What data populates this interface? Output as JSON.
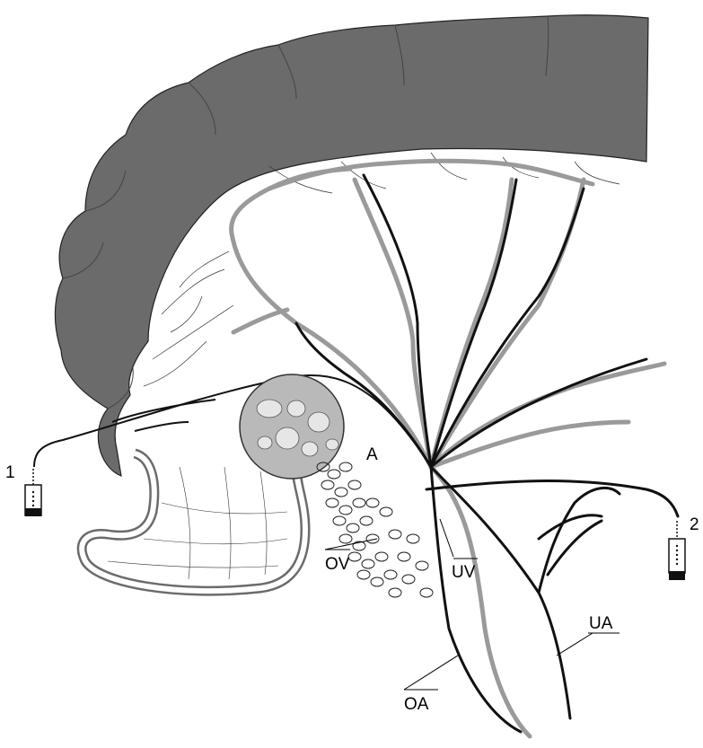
{
  "labels": {
    "one": "1",
    "two": "2",
    "a": "A",
    "ov": "OV",
    "uv": "UV",
    "ua": "UA",
    "oa": "OA"
  },
  "colors": {
    "tissue_dark": "#6b6b6b",
    "vessel_gray": "#9a9a9a",
    "vessel_black": "#111111",
    "ovary_fill": "#b9b9b9",
    "follicle": "#e6e6e6",
    "tube_fill": "#ffffff"
  }
}
